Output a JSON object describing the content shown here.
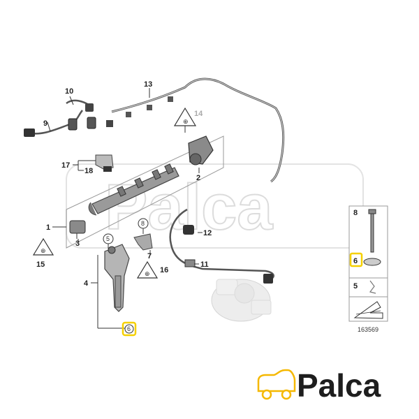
{
  "diagram": {
    "callouts": {
      "c1": "1",
      "c2": "2",
      "c3": "3",
      "c4": "4",
      "c5": "5",
      "c6a": "6",
      "c7": "7",
      "c8a": "8",
      "c9": "9",
      "c10": "10",
      "c11": "11",
      "c12": "12",
      "c13": "13",
      "c14": "14",
      "c15": "15",
      "c16": "16",
      "c17": "17",
      "c18": "18"
    },
    "legend": {
      "item8": "8",
      "item6": "6",
      "item5": "5"
    },
    "diagram_number": "163569"
  },
  "watermark": {
    "text": "Palca"
  },
  "logo": {
    "text": "Palca",
    "accent_color": "#f5b800",
    "text_color": "#1e1e1e"
  },
  "highlight_color": "#f5d000"
}
